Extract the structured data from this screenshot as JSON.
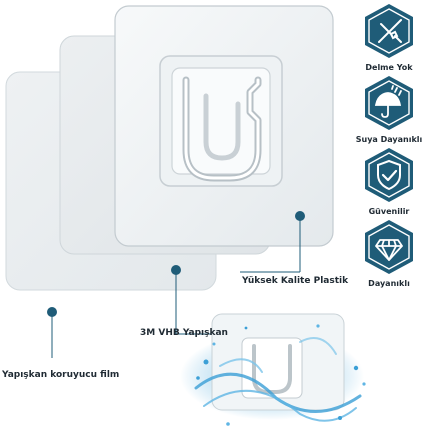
{
  "features": [
    {
      "label": "Delme Yok",
      "icon": "no-drill-icon"
    },
    {
      "label": "Suya Dayanıklı",
      "icon": "umbrella-rain-icon"
    },
    {
      "label": "Güvenilir",
      "icon": "shield-check-icon"
    },
    {
      "label": "Dayanıklı",
      "icon": "diamond-icon"
    }
  ],
  "callouts": {
    "plastic": "Yüksek Kalite Plastik",
    "vhb": "3M VHB Yapışkan",
    "film": "Yapışkan koruyucu film"
  },
  "colors": {
    "accent": "#1f5c78",
    "callout_dot": "#1f5c78",
    "layer_fill": "#e9edef",
    "water": "#3b9fd6"
  }
}
